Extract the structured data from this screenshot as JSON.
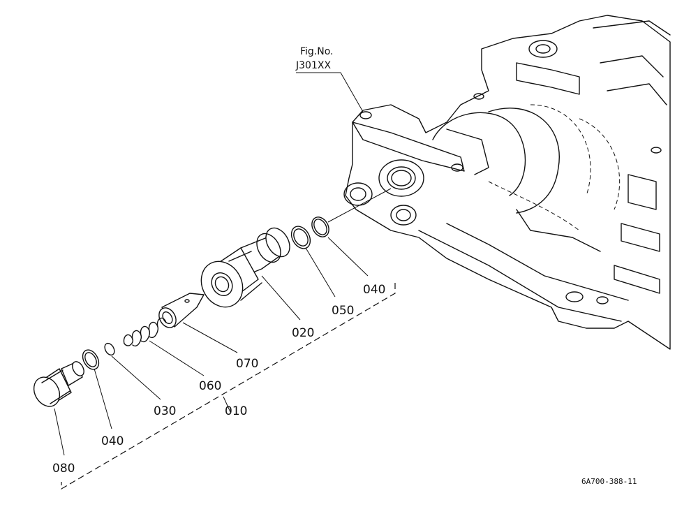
{
  "figure_ref": {
    "line1": "Fig.No.",
    "line2": "J301XX"
  },
  "parts": [
    {
      "id": "010",
      "label": "010"
    },
    {
      "id": "020",
      "label": "020"
    },
    {
      "id": "030",
      "label": "030"
    },
    {
      "id": "040a",
      "label": "040"
    },
    {
      "id": "040b",
      "label": "040"
    },
    {
      "id": "050",
      "label": "050"
    },
    {
      "id": "060",
      "label": "060"
    },
    {
      "id": "070",
      "label": "070"
    },
    {
      "id": "080",
      "label": "080"
    }
  ],
  "drawing_code": "6A700-388-11"
}
